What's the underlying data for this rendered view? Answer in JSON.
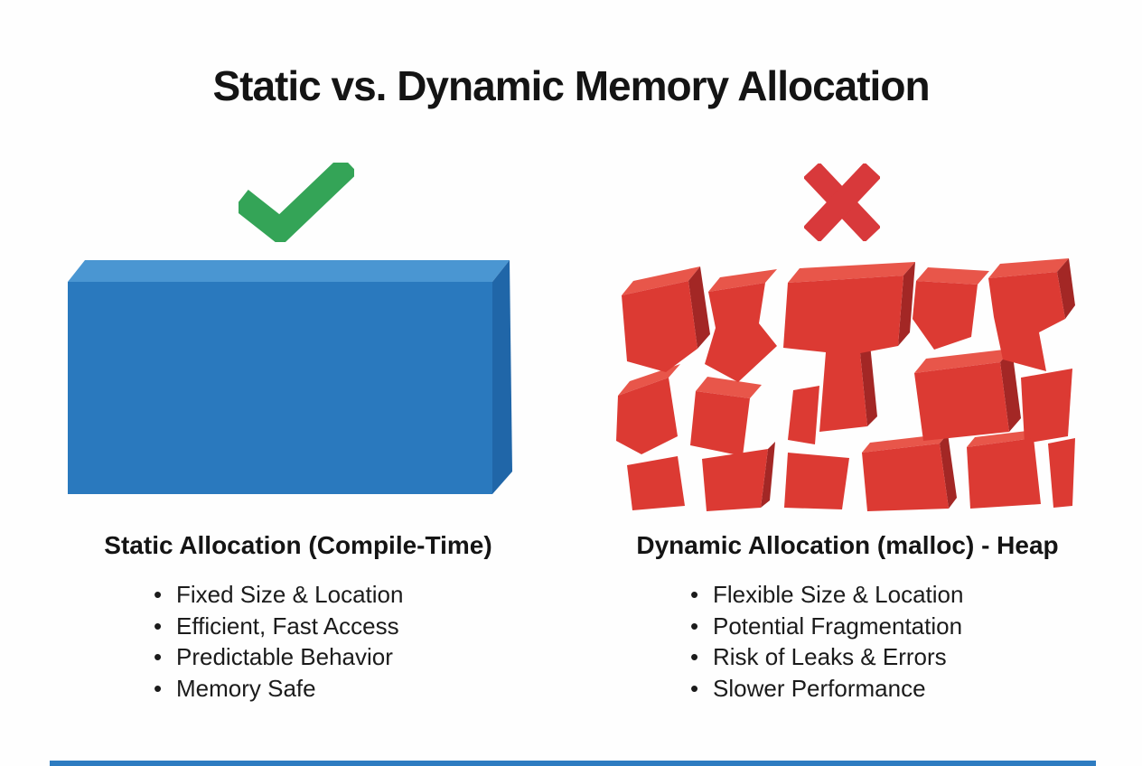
{
  "title": "Static vs. Dynamic Memory Allocation",
  "left": {
    "icon": "checkmark-icon",
    "icon_glyph": "✓",
    "heading": "Static Allocation (Compile-Time)",
    "bullets": [
      "Fixed Size & Location",
      "Efficient, Fast Access",
      "Predictable Behavior",
      "Memory Safe"
    ]
  },
  "right": {
    "icon": "x-mark-icon",
    "icon_glyph": "✕",
    "heading": "Dynamic Allocation (malloc) - Heap",
    "bullets": [
      "Flexible Size & Location",
      "Potential Fragmentation",
      "Risk of Leaks & Errors",
      "Slower Performance"
    ]
  },
  "colors": {
    "background": "#fefefe",
    "title_text": "#141414",
    "body_text": "#1b1b1b",
    "check_green": "#34a457",
    "cross_red": "#d8393b",
    "block_blue_front": "#2a79be",
    "block_blue_top": "#4a96d2",
    "block_blue_side": "#2066a8",
    "fragment_red_front": "#dc3a33",
    "fragment_red_top": "#e8564a",
    "fragment_red_side": "#a32725",
    "footer_bar_blue": "#2e7cc1"
  }
}
